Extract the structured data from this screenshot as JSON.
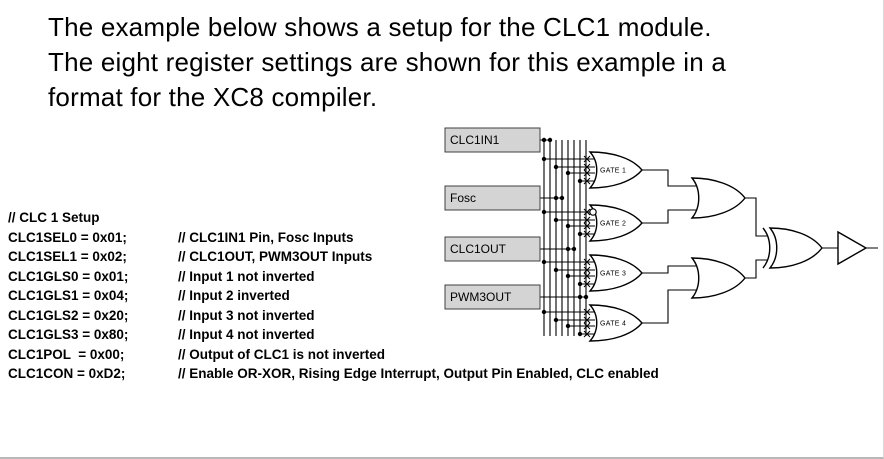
{
  "title": {
    "lines": [
      "The example below shows a setup for the CLC1 module.",
      "The eight register settings are shown for this example in a",
      "format for the XC8 compiler."
    ]
  },
  "code": {
    "header": "// CLC 1 Setup",
    "lines": [
      {
        "assignment": "CLC1SEL0 = 0x01;",
        "comment": "// CLC1IN1 Pin, Fosc Inputs"
      },
      {
        "assignment": "CLC1SEL1 = 0x02;",
        "comment": "// CLC1OUT, PWM3OUT Inputs"
      },
      {
        "assignment": "CLC1GLS0 = 0x01;",
        "comment": "// Input 1 not inverted"
      },
      {
        "assignment": "CLC1GLS1 = 0x04;",
        "comment": "// Input 2 inverted"
      },
      {
        "assignment": "CLC1GLS2 = 0x20;",
        "comment": "// Input 3 not inverted"
      },
      {
        "assignment": "CLC1GLS3 = 0x80;",
        "comment": "// Input 4 not inverted"
      },
      {
        "assignment": "CLC1POL  = 0x00;",
        "comment": "// Output of CLC1 is not inverted"
      },
      {
        "assignment": "CLC1CON = 0xD2;",
        "comment": "// Enable OR-XOR, Rising Edge Interrupt, Output Pin Enabled, CLC enabled"
      }
    ]
  },
  "diagram": {
    "inputs": [
      "CLC1IN1",
      "Fosc",
      "CLC1OUT",
      "PWM3OUT"
    ],
    "gates": [
      "GATE 1",
      "GATE 2",
      "GATE 3",
      "GATE 4"
    ],
    "line_color": "#000000",
    "input_box_fill": "#d4d4d4",
    "input_box_border": "#404040"
  }
}
